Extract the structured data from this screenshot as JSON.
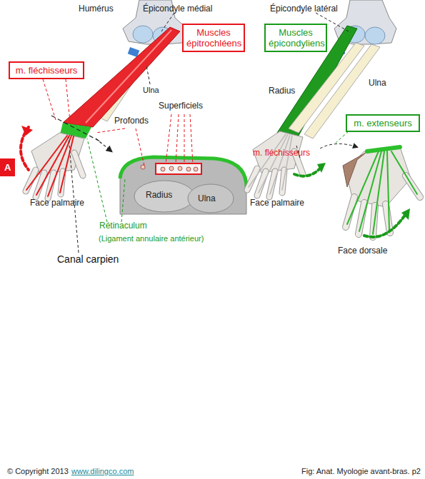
{
  "diagram": {
    "caption": "Fig:  Anat. Myologie avant-bras. p2",
    "nodes": [
      {
        "text": [
          "Muscles épitrochléens"
        ]
      },
      {
        "text": [
          "Muscles épicondyliens"
        ]
      },
      {
        "text": [
          "m. fléchisseurs"
        ]
      },
      {
        "text": [
          "m. extenseurs"
        ]
      },
      {
        "text": [
          "A"
        ]
      }
    ],
    "labels": [
      "Humérus",
      "Épicondyle médial",
      "Épicondyle latéral",
      "Ulna",
      "Radius",
      "Ulna",
      "Superficiels",
      "Profonds",
      "m. fléchisseurs",
      "Radius",
      "Ulna",
      "Face palmaire",
      "Face palmaire",
      "Rétinaculum",
      "(Ligament annulaire antérieur)",
      "Face dorsale",
      "Canal carpien",
      "© Copyright 2013",
      "www.dilingco.com"
    ]
  }
}
